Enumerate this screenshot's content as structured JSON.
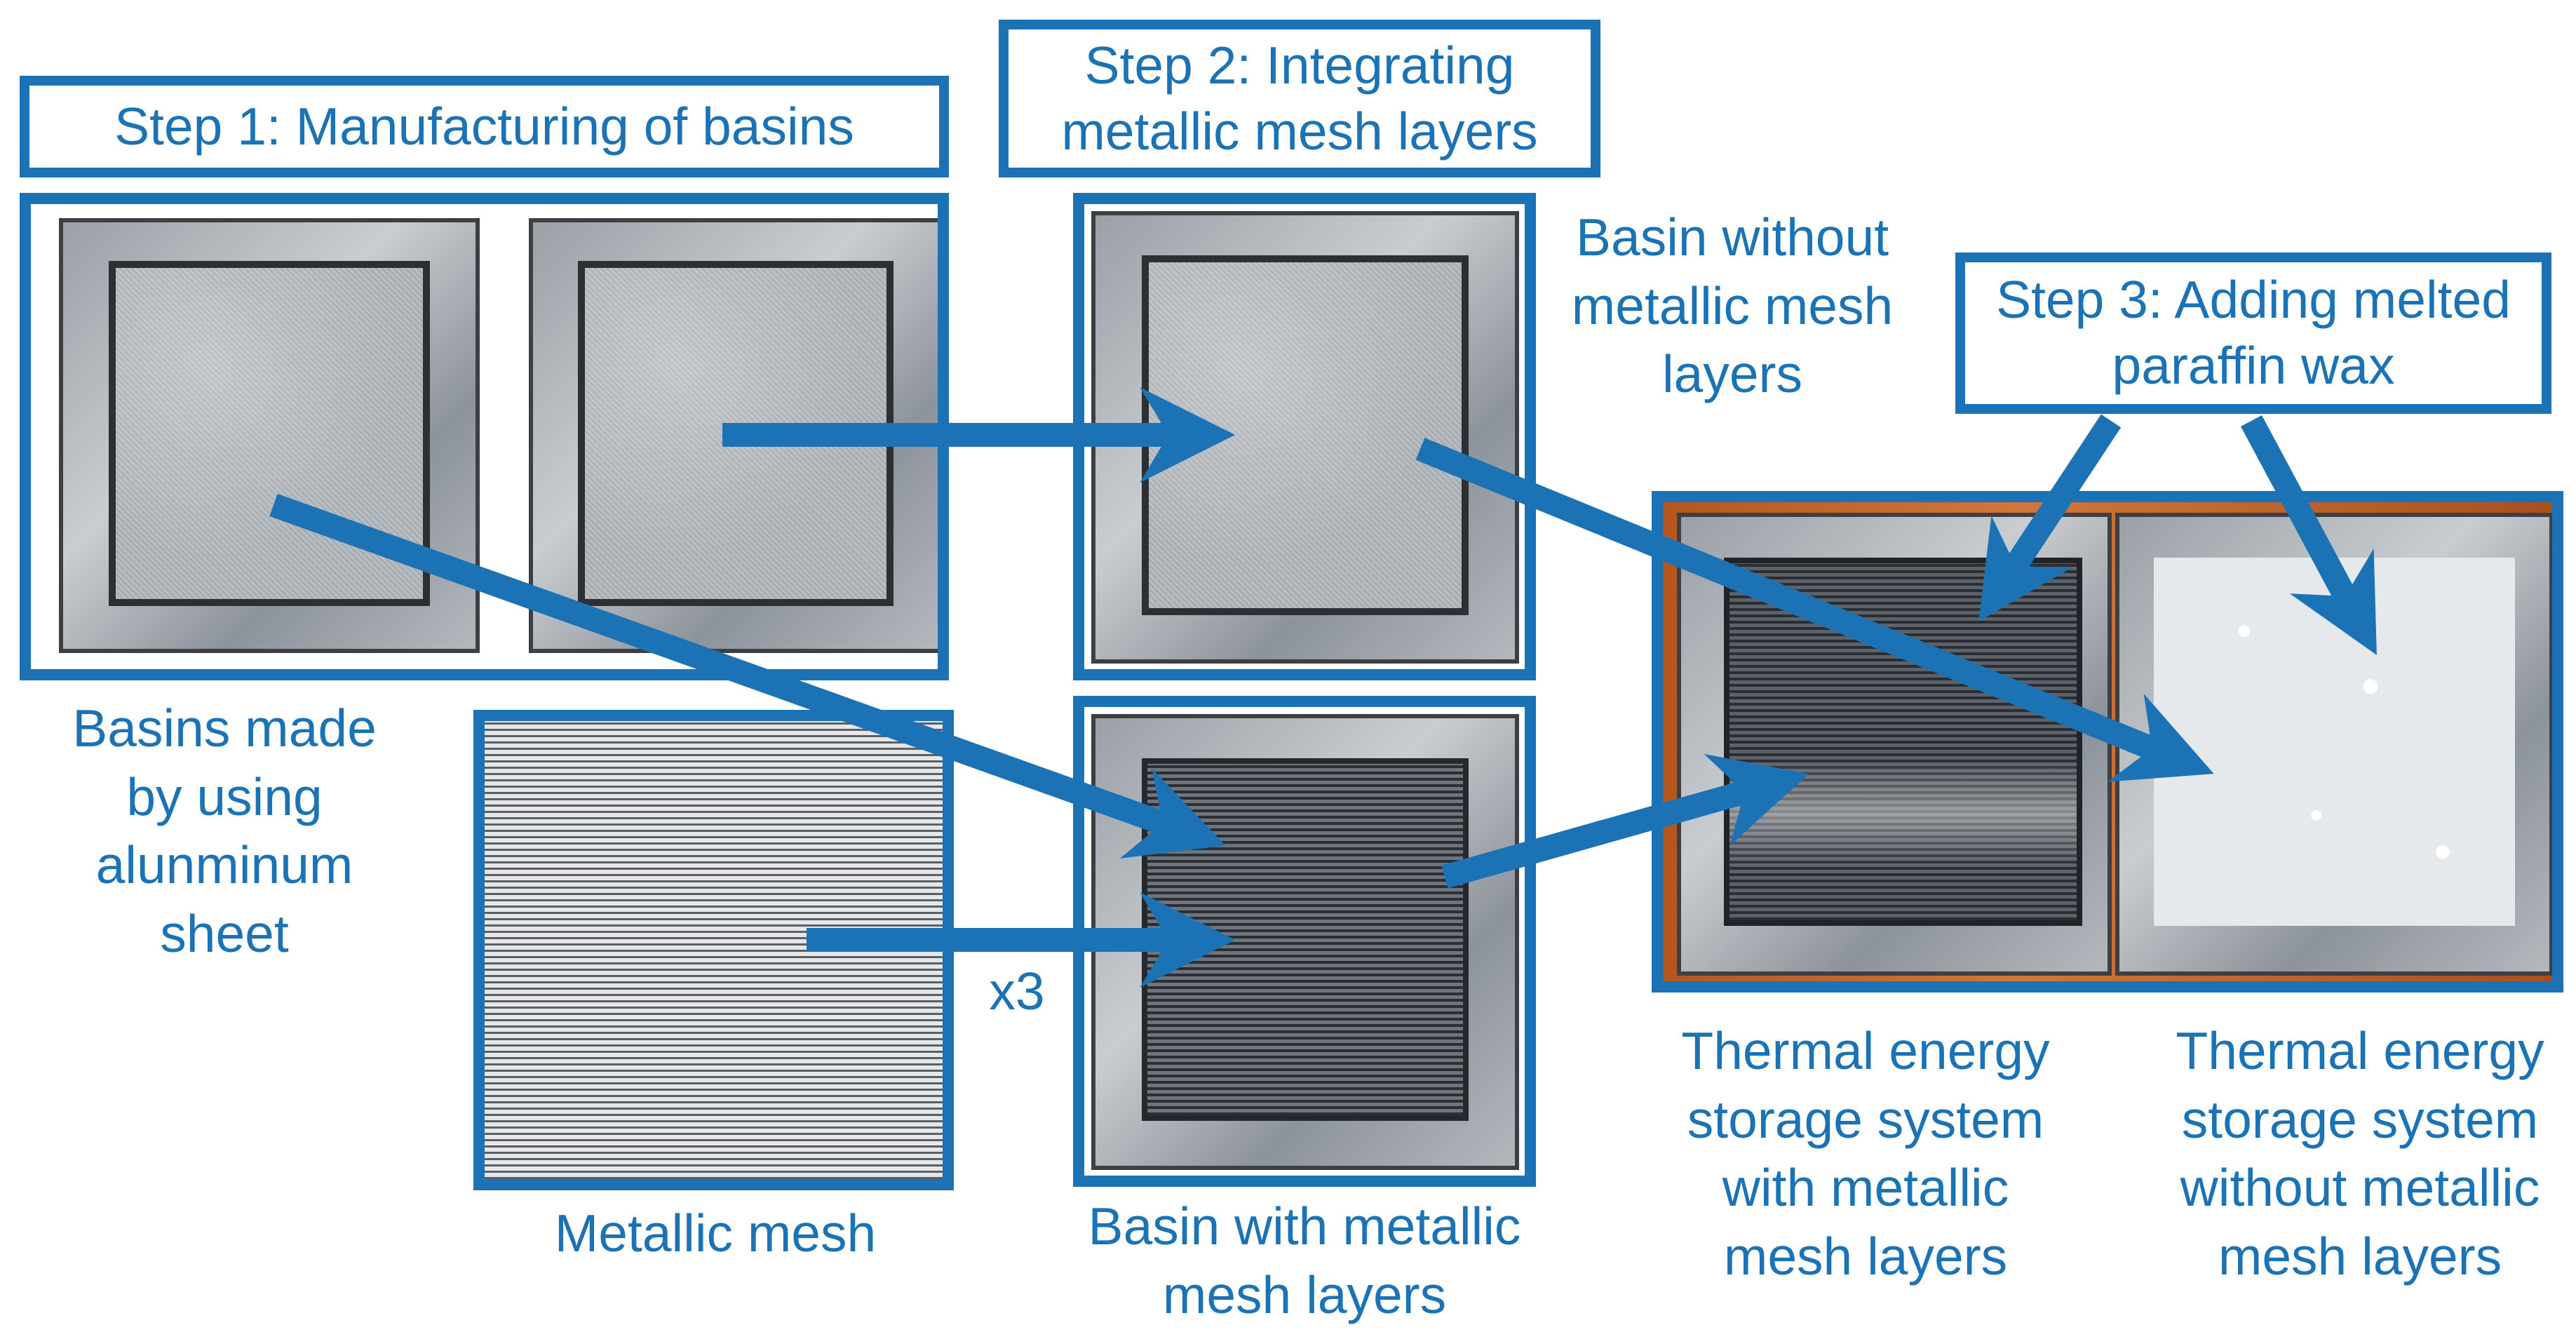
{
  "steps": {
    "step1": "Step 1: Manufacturing of basins",
    "step2": "Step 2: Integrating\nmetallic mesh layers",
    "step3": "Step 3: Adding melted\nparaffin wax"
  },
  "captions": {
    "basins_made": "Basins made\nby using\nalunminum\nsheet",
    "basin_without": "Basin without\nmetallic mesh\nlayers",
    "metallic_mesh": "Metallic mesh",
    "multiplier": "x3",
    "basin_with": "Basin with metallic\nmesh layers",
    "tes_with": "Thermal energy\nstorage system\nwith metallic\nmesh layers",
    "tes_without": "Thermal energy\nstorage system\nwithout metallic\nmesh layers"
  },
  "colors": {
    "accent": "#1b73b6"
  }
}
